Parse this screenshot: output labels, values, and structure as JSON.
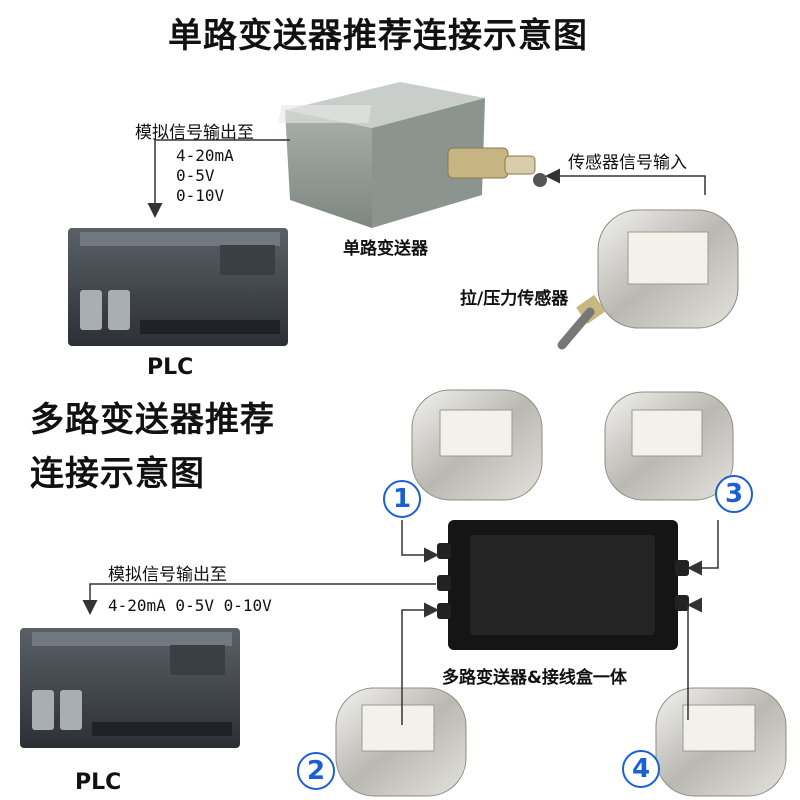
{
  "top": {
    "title": "单路变送器推荐连接示意图",
    "output_label": "模拟信号输出至",
    "signals": [
      "4-20mA",
      "0-5V",
      "0-10V"
    ],
    "transmitter_label": "单路变送器",
    "sensor_input_label": "传感器信号输入",
    "sensor_label": "拉/压力传感器",
    "plc_label": "PLC"
  },
  "bottom": {
    "title_line1": "多路变送器推荐",
    "title_line2": "连接示意图",
    "output_label": "模拟信号输出至",
    "signals": "4-20mA 0-5V 0-10V",
    "box_label": "多路变送器&接线盒一体",
    "plc_label": "PLC",
    "channel_numbers": [
      "1",
      "2",
      "3",
      "4"
    ]
  },
  "colors": {
    "accent": "#1a5fd6",
    "arrow": "#333333"
  }
}
